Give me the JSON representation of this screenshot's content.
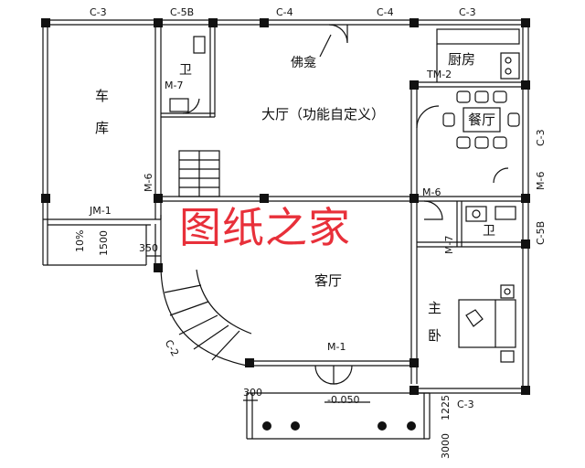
{
  "rooms": {
    "garage_1": "车",
    "garage_2": "库",
    "hall": "大厅（功能自定义）",
    "buddha": "佛龛",
    "kitchen": "厨房",
    "dining": "餐厅",
    "living": "客厅",
    "toilet_1": "卫",
    "toilet_2": "卫",
    "master_1": "主",
    "master_2": "卧"
  },
  "codes": {
    "c3_a": "C-3",
    "c5b_top": "C-5B",
    "c4_a": "C-4",
    "c4_b": "C-4",
    "c3_b": "C-3",
    "m7_a": "M-7",
    "tm2": "TM-2",
    "m6_a": "M-6",
    "jm1": "JM-1",
    "m6_b": "M-6",
    "m7_b": "M-7",
    "m1": "M-1",
    "c2": "C-2",
    "c3_right": "C-3",
    "m6_right": "M-6",
    "c5b_right": "C-5B",
    "c3_bottom": "C-3"
  },
  "dims": {
    "slope": "10%",
    "d1500": "1500",
    "d350": "350",
    "d300": "300",
    "elev": "-0.050",
    "d1225": "1225",
    "d3000": "3000"
  },
  "watermark": "图纸之家",
  "colors": {
    "line": "#111111",
    "watermark": "#e8303a"
  }
}
